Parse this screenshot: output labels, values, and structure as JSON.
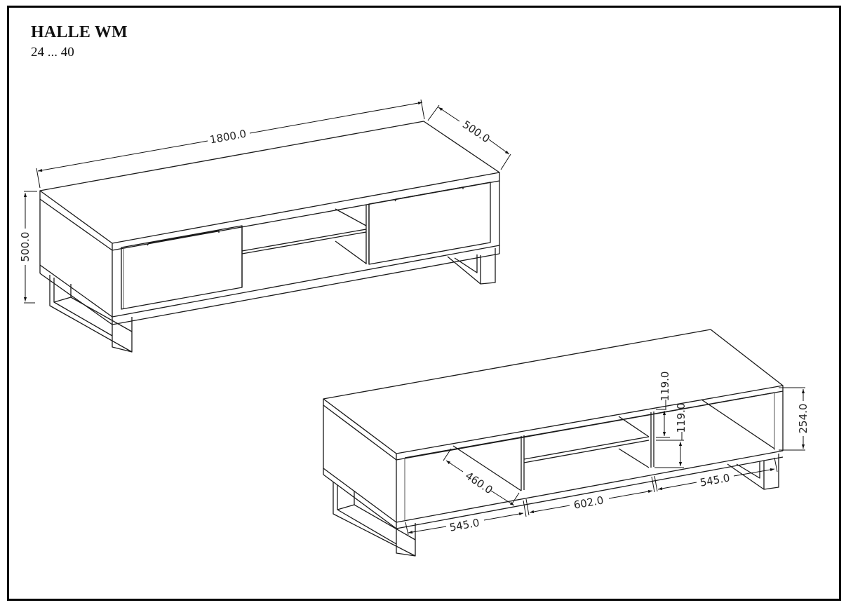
{
  "header": {
    "title": "HALLE WM",
    "subtitle": "24 ... 40"
  },
  "views": {
    "front_closed": {
      "dimensions": {
        "width": "1800.0",
        "depth": "500.0",
        "height": "500.0"
      }
    },
    "back_open": {
      "dimensions": {
        "depth_inner": "460.0",
        "left_compartment": "545.0",
        "middle_compartment": "602.0",
        "right_compartment": "545.0",
        "shelf_upper": "119.0",
        "shelf_lower": "119.0",
        "open_height": "254.0"
      }
    }
  },
  "colors": {
    "line": "#1a1a1a",
    "frame": "#000000",
    "background": "#ffffff"
  }
}
